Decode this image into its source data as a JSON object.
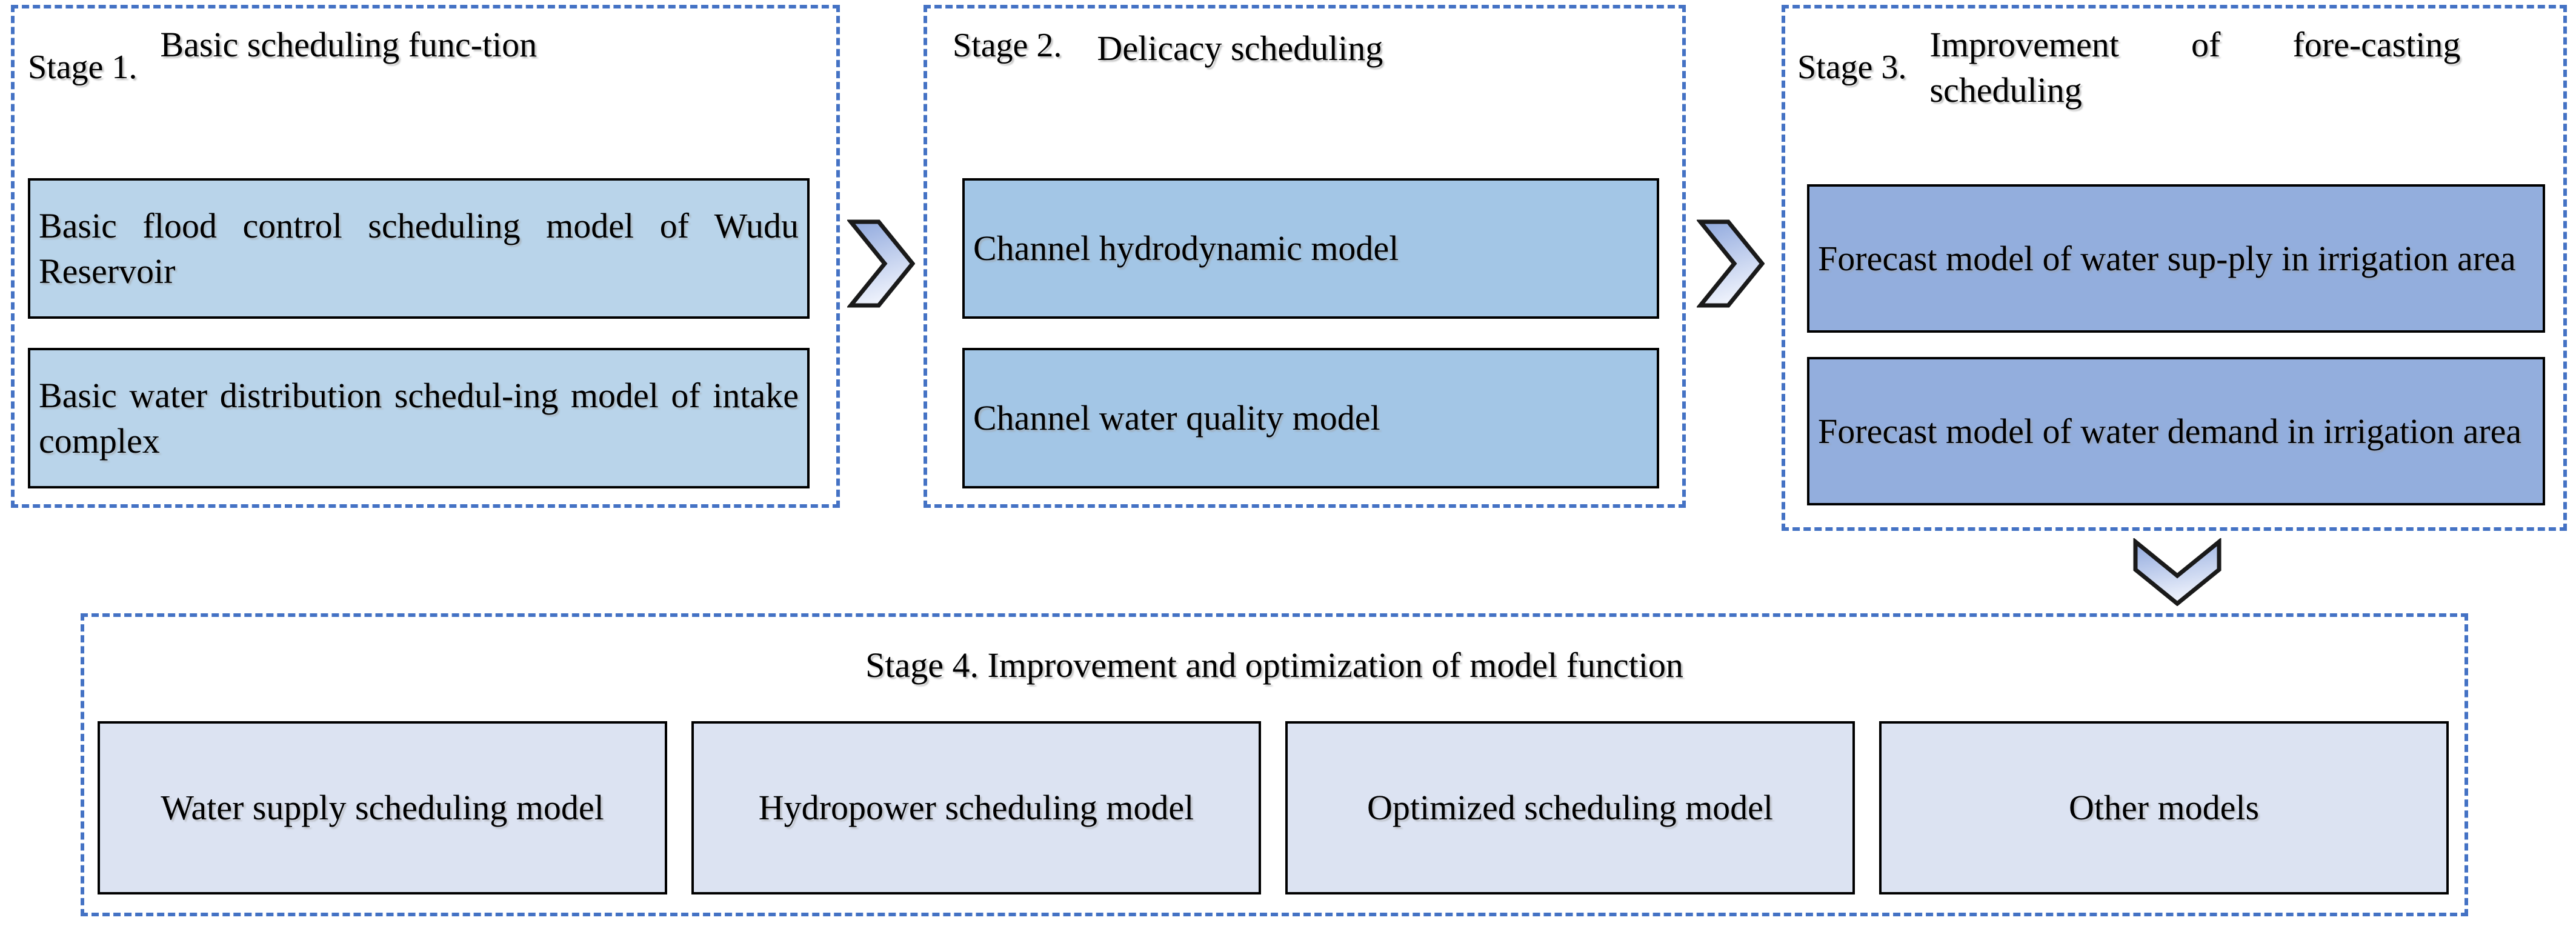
{
  "colors": {
    "dashed_border": "#4472C4",
    "stage1_box_fill": "#b9d4ea",
    "stage2_box_fill": "#a3c6e6",
    "stage3_box_fill": "#93aedd",
    "stage4_box_fill": "#dce3f2",
    "box_border": "#000000",
    "chevron_fill_light": "#e8edfa",
    "chevron_fill_dark": "#8fa8dd"
  },
  "stages": [
    {
      "label": "Stage 1.",
      "description": "Basic scheduling func-tion",
      "boxes": [
        "Basic flood control scheduling model of Wudu Reservoir",
        "Basic water distribution schedul-ing model of intake complex"
      ]
    },
    {
      "label": "Stage 2.",
      "description": "Delicacy scheduling",
      "boxes": [
        "Channel hydrodynamic model",
        "Channel water quality model"
      ]
    },
    {
      "label": "Stage 3.",
      "description": "Improvement of fore-casting scheduling",
      "boxes": [
        "Forecast model of water sup-ply in irrigation area",
        "Forecast model of water demand in irrigation area"
      ]
    },
    {
      "label": "Stage 4.",
      "title": "Stage 4. Improvement and optimization of model function",
      "boxes": [
        "Water supply scheduling model",
        "Hydropower scheduling model",
        "Optimized scheduling model",
        "Other models"
      ]
    }
  ],
  "connectors": [
    {
      "name": "stage1-to-stage2",
      "direction": "right",
      "glyph": "chevron-right"
    },
    {
      "name": "stage2-to-stage3",
      "direction": "right",
      "glyph": "chevron-right"
    },
    {
      "name": "stage3-to-stage4",
      "direction": "down",
      "glyph": "chevron-down"
    }
  ]
}
